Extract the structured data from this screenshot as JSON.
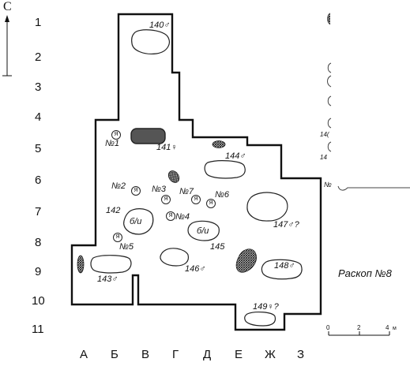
{
  "north_label": "С",
  "title": "Раскоп №8",
  "rows": [
    "1",
    "2",
    "3",
    "4",
    "5",
    "6",
    "7",
    "8",
    "9",
    "10",
    "11"
  ],
  "cols": [
    "А",
    "Б",
    "В",
    "Г",
    "Д",
    "Е",
    "Ж",
    "З"
  ],
  "graves": {
    "g140": "140♂",
    "g141": "141♀",
    "g142": "142",
    "g143": "143♂",
    "g144": "144♂",
    "g145": "145",
    "g146": "146♂",
    "g147": "147♂?",
    "g148": "148♂",
    "g149": "149♀?"
  },
  "markers": {
    "m1": "№1",
    "m2": "№2",
    "m3": "№3",
    "m4": "№4",
    "m5": "№5",
    "m6": "№6",
    "m7": "№7"
  },
  "ring_letter": "Я",
  "pit_label": "б/и",
  "scale": {
    "zero": "0",
    "two": "2",
    "four": "4",
    "unit": "м"
  },
  "right_edge_fragments": {
    "f1": "14(",
    "f2": "14",
    "f3": "№"
  },
  "colors": {
    "ink": "#111111",
    "dark_fill": "#555555",
    "paper": "#ffffff"
  }
}
